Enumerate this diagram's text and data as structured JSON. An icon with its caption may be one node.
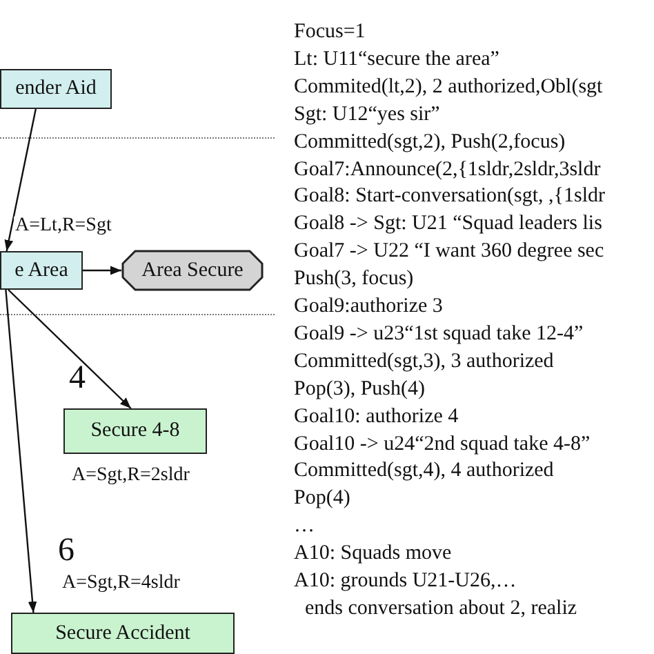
{
  "diagram": {
    "nodes": [
      {
        "text": [
          "ender Aid"
        ]
      },
      {
        "text": [
          "e Area"
        ]
      },
      {
        "text": [
          "Area Secure"
        ]
      },
      {
        "text": [
          "Secure 4-8"
        ],
        "beside": [
          "A=Sgt,R=2sldr"
        ]
      },
      {
        "text": [
          "Secure Accident"
        ]
      }
    ],
    "edges": [
      {
        "from": 0,
        "to": 1,
        "arrow": "to",
        "label": "A=Lt,R=Sgt"
      },
      {
        "from": 1,
        "to": 2,
        "arrow": "to"
      },
      {
        "from": 1,
        "to": 3,
        "arrow": "to"
      },
      {
        "from": 1,
        "to": 4,
        "arrow": "to"
      }
    ],
    "labels": [
      "4",
      "6",
      "A=Sgt,R=4sldr",
      "Focus=1",
      "Lt: U11“secure the area”",
      "Commited(lt,2), 2 authorized,Obl(sgt",
      "Sgt: U12“yes sir”",
      "Committed(sgt,2), Push(2,focus)",
      "Goal7:Announce(2,{1sldr,2sldr,3sldr",
      "Goal8: Start-conversation(sgt, ,{1sldr",
      "Goal8 -> Sgt: U21 “Squad leaders lis",
      "Goal7 -> U22 “I want 360 degree sec",
      "Push(3, focus)",
      "Goal9:authorize 3",
      "Goal9 -> u23“1st squad take 12-4”",
      "Committed(sgt,3), 3 authorized",
      "Pop(3), Push(4)",
      "Goal10: authorize 4",
      "Goal10 -> u24“2nd squad take 4-8”",
      "Committed(sgt,4), 4 authorized",
      "Pop(4)",
      "…",
      "A10: Squads move",
      "A10: grounds U21-U26,…",
      "ends conversation about 2, realiz"
    ]
  }
}
